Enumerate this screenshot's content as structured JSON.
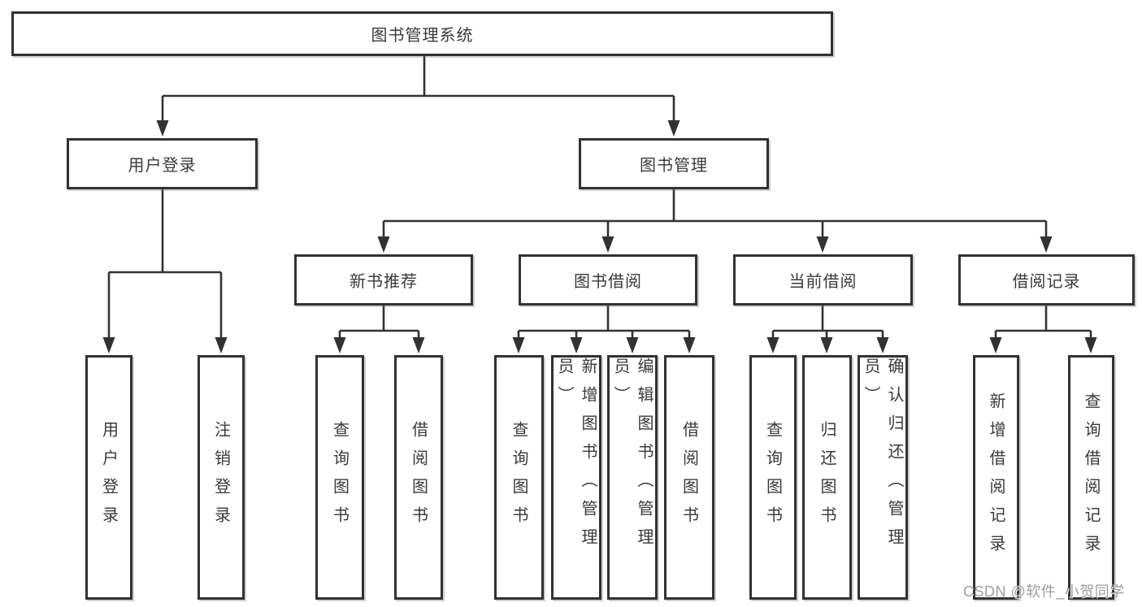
{
  "tree": {
    "root": {
      "label": "图书管理系统",
      "children": [
        {
          "label": "用户登录",
          "children": [
            {
              "label": "用户登录"
            },
            {
              "label": "注销登录"
            }
          ]
        },
        {
          "label": "图书管理",
          "children": [
            {
              "label": "新书推荐",
              "children": [
                {
                  "label": "查询图书"
                },
                {
                  "label": "借阅图书"
                }
              ]
            },
            {
              "label": "图书借阅",
              "children": [
                {
                  "label": "查询图书"
                },
                {
                  "label": "新增图书（管理员）"
                },
                {
                  "label": "编辑图书（管理员）"
                },
                {
                  "label": "借阅图书"
                }
              ]
            },
            {
              "label": "当前借阅",
              "children": [
                {
                  "label": "查询图书"
                },
                {
                  "label": "归还图书"
                },
                {
                  "label": "确认归还（管理员）"
                }
              ]
            },
            {
              "label": "借阅记录",
              "children": [
                {
                  "label": "新增借阅记录"
                },
                {
                  "label": "查询借阅记录"
                }
              ]
            }
          ]
        }
      ]
    }
  },
  "watermark": {
    "text": "CSDN @软件_小贺同学"
  },
  "colors": {
    "background": "#ffffff",
    "box_fill": "#ffffff",
    "box_border": "#323232",
    "line": "#323232",
    "text": "#3a3a3a",
    "watermark": "#9e9e9e"
  }
}
